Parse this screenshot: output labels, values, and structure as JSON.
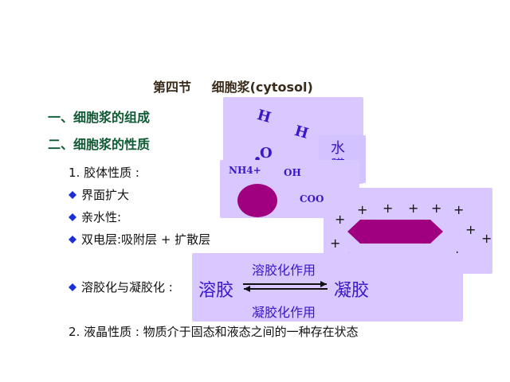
{
  "title": {
    "section": "第四节",
    "topic": "细胞浆(cytosol)"
  },
  "headings": [
    {
      "label": "一、细胞浆的组成"
    },
    {
      "label": "二、细胞浆的性质"
    }
  ],
  "body": {
    "item1": "1. 胶体性质 :",
    "bullets": [
      "界面扩大",
      "亲水性:",
      "双电层:吸附层 + 扩散层",
      "溶胶化与凝胶化 :"
    ],
    "item2": "2. 液晶性质 : 物质介于固态和液态之间的一种存在状态"
  },
  "diagram": {
    "water_h1": "H",
    "water_h2": "H",
    "water_o": "O",
    "water_label": "水\n膜",
    "chem_nh4": "NH4+",
    "chem_oh": "OH",
    "chem_cooh": "COOH",
    "plus_symbol": "+",
    "gel_top": "溶胶化作用",
    "gel_left": "溶胶",
    "gel_right": "凝胶",
    "gel_bottom": "凝胶化作用"
  },
  "colors": {
    "panel": "#d8c8ff",
    "accent": "#3a18c9",
    "heading": "#0e5a33",
    "shape": "#a00080"
  },
  "icons": {
    "bullet": "diamond-bullet-icon",
    "arrow": "double-arrow-icon"
  }
}
